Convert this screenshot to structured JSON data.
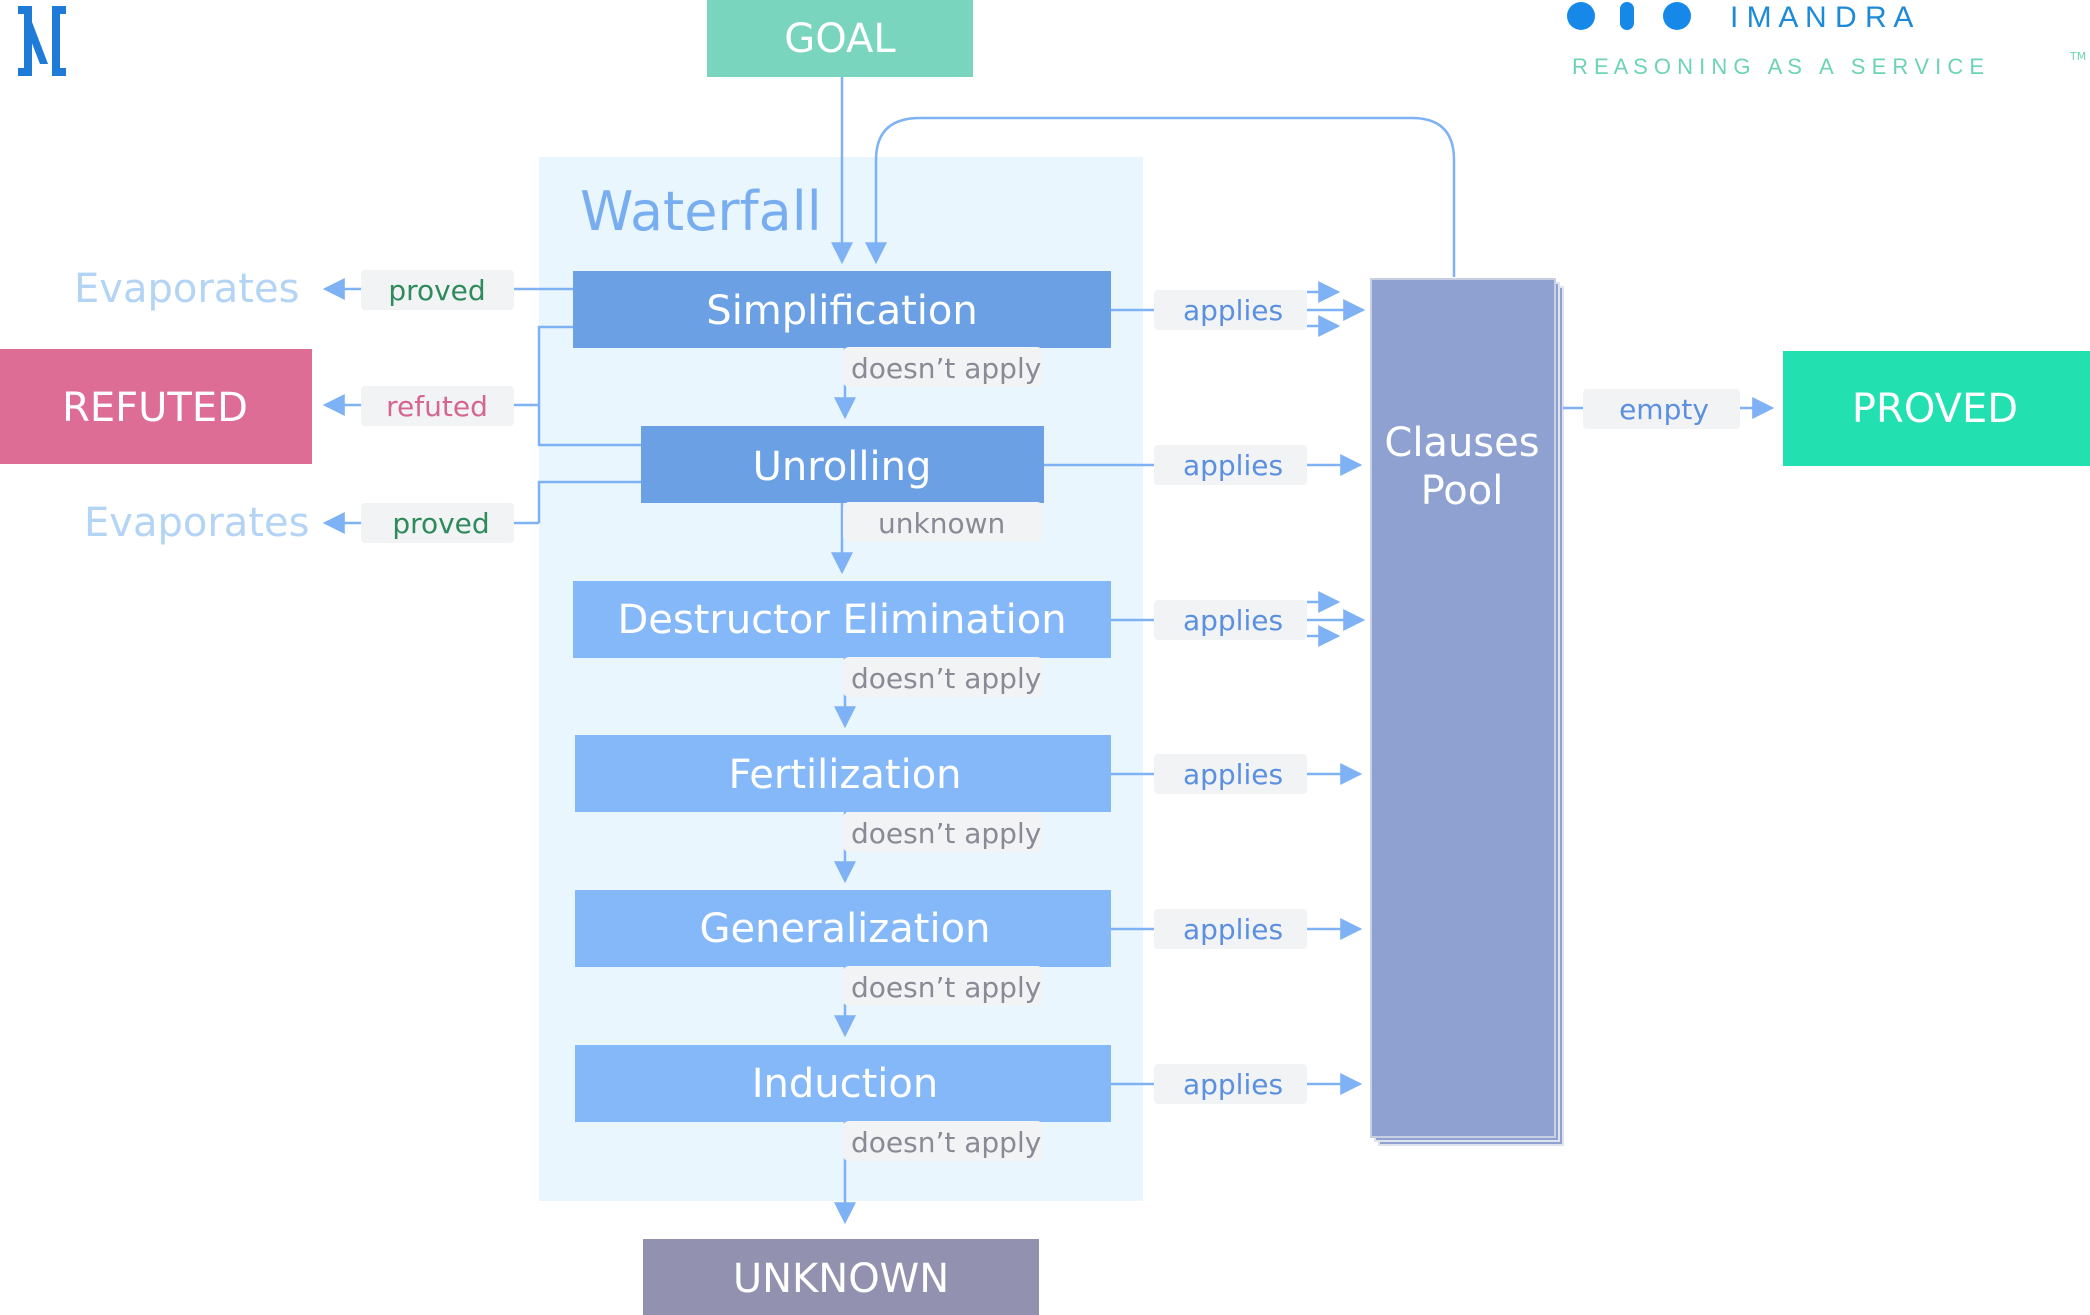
{
  "logo": {
    "mark_icon": "imandra-bracket-icon",
    "brand": "I M A N D R A",
    "tagline": "R E A S O N I N G   A S   A   S E R V I C E",
    "trademark": "TM"
  },
  "goal": {
    "label": "GOAL"
  },
  "waterfall": {
    "title": "Waterfall",
    "stages": [
      {
        "label": "Simplification",
        "down_label": "doesn’t apply",
        "right_label": "applies"
      },
      {
        "label": "Unrolling",
        "down_label": "unknown",
        "right_label": "applies"
      },
      {
        "label": "Destructor Elimination",
        "down_label": "doesn’t apply",
        "right_label": "applies"
      },
      {
        "label": "Fertilization",
        "down_label": "doesn’t apply",
        "right_label": "applies"
      },
      {
        "label": "Generalization",
        "down_label": "doesn’t apply",
        "right_label": "applies"
      },
      {
        "label": "Induction",
        "down_label": "doesn’t apply",
        "right_label": "applies"
      }
    ]
  },
  "left_outcomes": [
    {
      "edge_label": "proved",
      "target": "Evaporates"
    },
    {
      "edge_label": "refuted",
      "target": "REFUTED"
    },
    {
      "edge_label": "proved",
      "target": "Evaporates"
    }
  ],
  "clauses_pool": {
    "line1": "Clauses",
    "line2": "Pool",
    "edge_label": "empty"
  },
  "proved": {
    "label": "PROVED"
  },
  "unknown": {
    "label": "UNKNOWN"
  },
  "colors": {
    "goal": "#79d5bd",
    "refuted": "#dd6d95",
    "proved": "#22e0b0",
    "unknown": "#9292b0",
    "pool": "#8fa1d0",
    "waterfall_bg": "#e9f6fd",
    "stage_dark": "#6ca0e4",
    "stage_light": "#85b8f8",
    "arrow": "#7fb2f5",
    "evaporates": "#b4d4f6"
  }
}
